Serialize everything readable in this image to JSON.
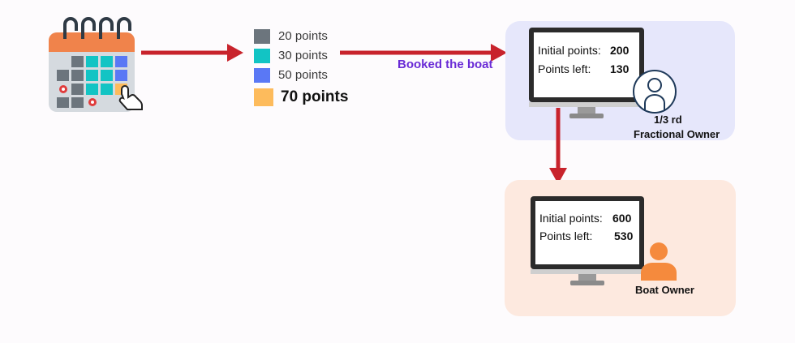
{
  "legend": {
    "items": [
      {
        "label": "20 points",
        "color": "#6c757d"
      },
      {
        "label": "30 points",
        "color": "#12c4c4"
      },
      {
        "label": "50 points",
        "color": "#5a78f5"
      }
    ],
    "total": {
      "label": "70 points",
      "color": "#fdbb5c"
    }
  },
  "flow": {
    "booked_label": "Booked the boat",
    "arrow_color": "#c8232c"
  },
  "fractional_owner": {
    "initial_label": "Initial points:",
    "initial_value": "200",
    "left_label": "Points left:",
    "left_value": "130",
    "share": "1/3 rd",
    "role": "Fractional Owner"
  },
  "boat_owner": {
    "initial_label": "Initial points:",
    "initial_value": "600",
    "left_label": "Points left:",
    "left_value": "530",
    "role": "Boat Owner"
  }
}
